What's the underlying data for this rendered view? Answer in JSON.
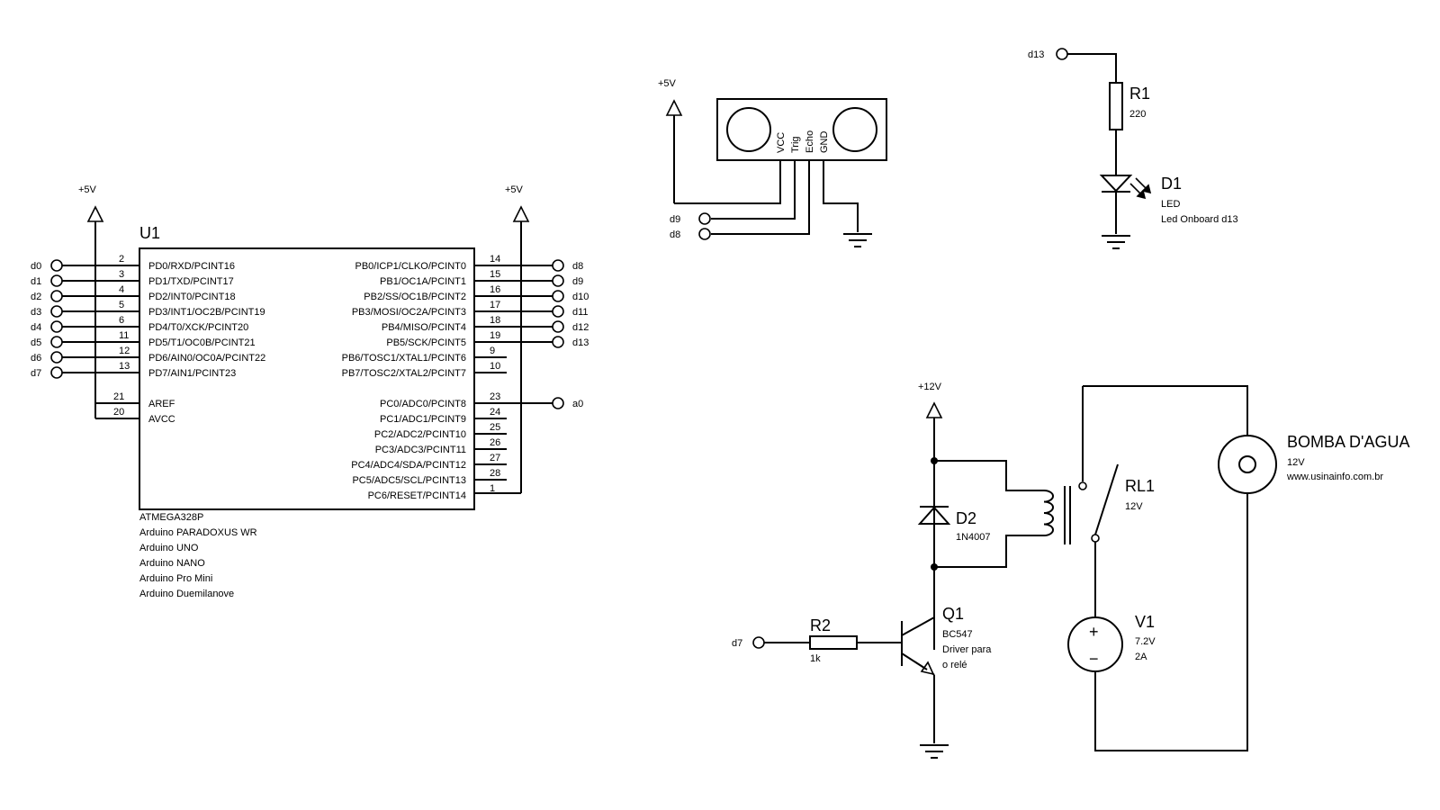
{
  "u1": {
    "ref": "U1",
    "left_pins": [
      {
        "num": "2",
        "name": "PD0/RXD/PCINT16",
        "net": "d0"
      },
      {
        "num": "3",
        "name": "PD1/TXD/PCINT17",
        "net": "d1"
      },
      {
        "num": "4",
        "name": "PD2/INT0/PCINT18",
        "net": "d2"
      },
      {
        "num": "5",
        "name": "PD3/INT1/OC2B/PCINT19",
        "net": "d3"
      },
      {
        "num": "6",
        "name": "PD4/T0/XCK/PCINT20",
        "net": "d4"
      },
      {
        "num": "11",
        "name": "PD5/T1/OC0B/PCINT21",
        "net": "d5"
      },
      {
        "num": "12",
        "name": "PD6/AIN0/OC0A/PCINT22",
        "net": "d6"
      },
      {
        "num": "13",
        "name": "PD7/AIN1/PCINT23",
        "net": "d7"
      }
    ],
    "left_power_pins": [
      {
        "num": "21",
        "name": "AREF"
      },
      {
        "num": "20",
        "name": "AVCC"
      }
    ],
    "right_pins": [
      {
        "num": "14",
        "name": "PB0/ICP1/CLKO/PCINT0",
        "net": "d8"
      },
      {
        "num": "15",
        "name": "PB1/OC1A/PCINT1",
        "net": "d9"
      },
      {
        "num": "16",
        "name": "PB2/SS/OC1B/PCINT2",
        "net": "d10"
      },
      {
        "num": "17",
        "name": "PB3/MOSI/OC2A/PCINT3",
        "net": "d11"
      },
      {
        "num": "18",
        "name": "PB4/MISO/PCINT4",
        "net": "d12"
      },
      {
        "num": "19",
        "name": "PB5/SCK/PCINT5",
        "net": "d13"
      },
      {
        "num": "9",
        "name": "PB6/TOSC1/XTAL1/PCINT6",
        "net": ""
      },
      {
        "num": "10",
        "name": "PB7/TOSC2/XTAL2/PCINT7",
        "net": ""
      }
    ],
    "right_c_pins": [
      {
        "num": "23",
        "name": "PC0/ADC0/PCINT8",
        "net": "a0"
      },
      {
        "num": "24",
        "name": "PC1/ADC1/PCINT9",
        "net": ""
      },
      {
        "num": "25",
        "name": "PC2/ADC2/PCINT10",
        "net": ""
      },
      {
        "num": "26",
        "name": "PC3/ADC3/PCINT11",
        "net": ""
      },
      {
        "num": "27",
        "name": "PC4/ADC4/SDA/PCINT12",
        "net": ""
      },
      {
        "num": "28",
        "name": "PC5/ADC5/SCL/PCINT13",
        "net": ""
      },
      {
        "num": "1",
        "name": "PC6/RESET/PCINT14",
        "net": ""
      }
    ],
    "description": [
      "ATMEGA328P",
      "Arduino PARADOXUS WR",
      "Arduino UNO",
      "Arduino NANO",
      "Arduino Pro Mini",
      "Arduino Duemilanove"
    ],
    "rail_left": "+5V",
    "rail_right": "+5V"
  },
  "sensor": {
    "rail": "+5V",
    "pins": [
      "VCC",
      "Trig",
      "Echo",
      "GND"
    ],
    "net_trig": "d9",
    "net_echo": "d8"
  },
  "led": {
    "net": "d13",
    "r_ref": "R1",
    "r_val": "220",
    "d_ref": "D1",
    "d_val": "LED",
    "d_desc": "Led Onboard d13"
  },
  "driver": {
    "rail": "+12V",
    "d_ref": "D2",
    "d_val": "1N4007",
    "relay_ref": "RL1",
    "relay_val": "12V",
    "q_ref": "Q1",
    "q_val": "BC547",
    "q_desc1": "Driver para",
    "q_desc2": "o relé",
    "r_ref": "R2",
    "r_val": "1k",
    "net_in": "d7",
    "v_ref": "V1",
    "v_val1": "7.2V",
    "v_val2": "2A",
    "v_plus": "+",
    "v_minus": "−",
    "pump_ref": "BOMBA D'AGUA",
    "pump_val": "12V",
    "pump_url": "www.usinainfo.com.br"
  }
}
